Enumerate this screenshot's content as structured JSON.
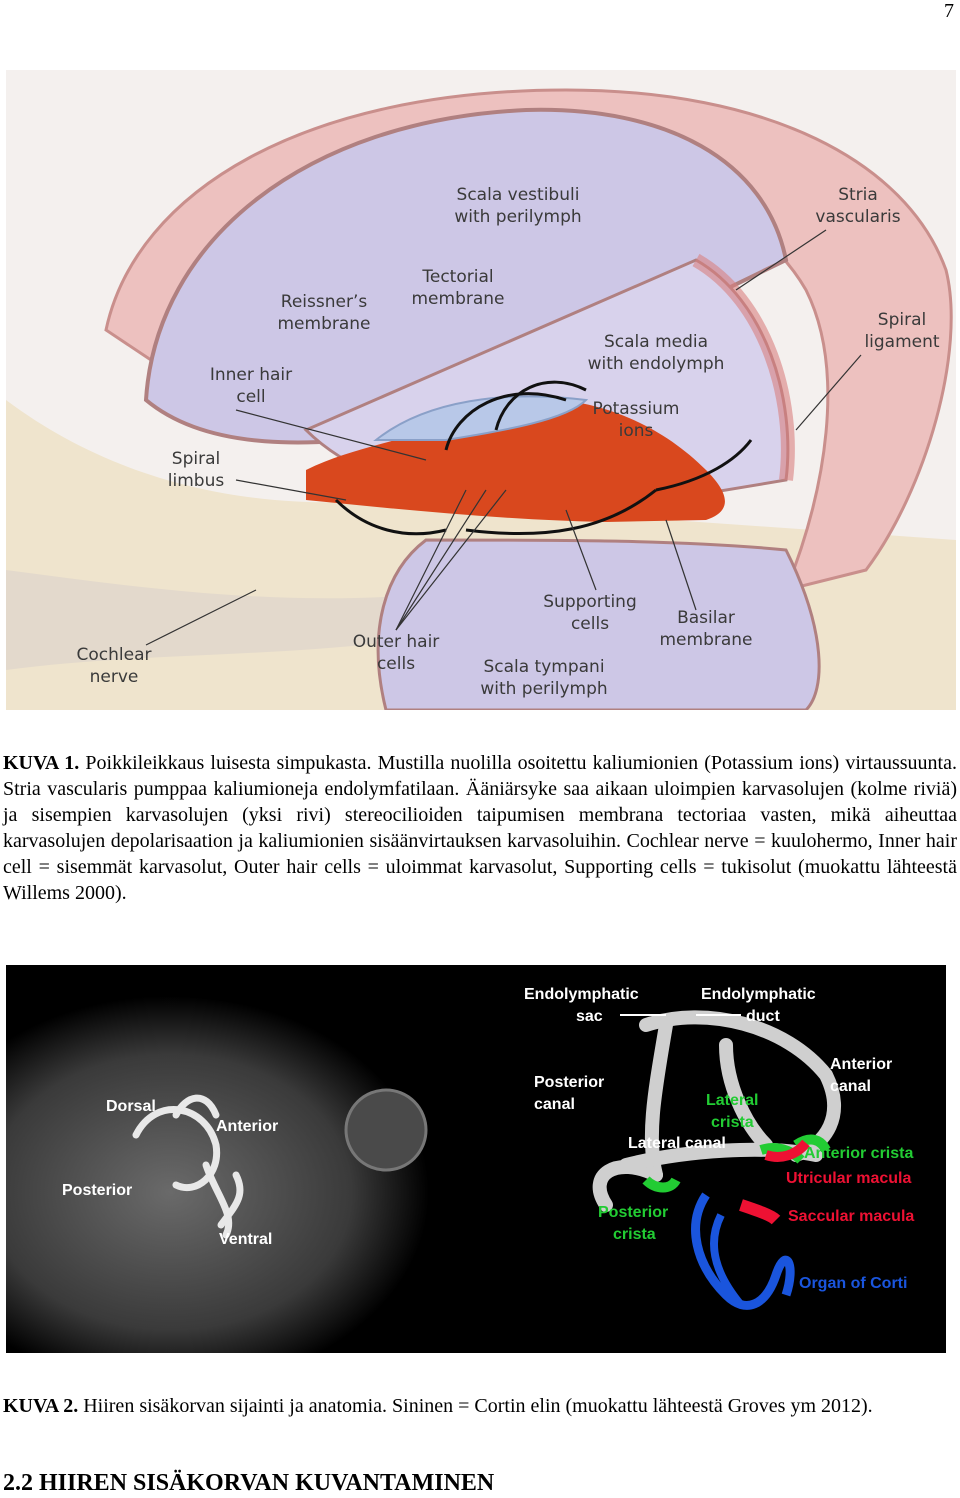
{
  "page_number": "7",
  "figure1": {
    "labels": {
      "scala_vestibuli_1": "Scala vestibuli",
      "scala_vestibuli_2": "with perilymph",
      "stria_1": "Stria",
      "stria_2": "vascularis",
      "tectorial_1": "Tectorial",
      "tectorial_2": "membrane",
      "reissner_1": "Reissner’s",
      "reissner_2": "membrane",
      "spiral_lig_1": "Spiral",
      "spiral_lig_2": "ligament",
      "scala_media_1": "Scala media",
      "scala_media_2": "with endolymph",
      "inner_hair_1": "Inner hair",
      "inner_hair_2": "cell",
      "potassium_1": "Potassium",
      "potassium_2": "ions",
      "spiral_limbus_1": "Spiral",
      "spiral_limbus_2": "limbus",
      "supporting_1": "Supporting",
      "supporting_2": "cells",
      "basilar_1": "Basilar",
      "basilar_2": "membrane",
      "cochlear_1": "Cochlear",
      "cochlear_2": "nerve",
      "outer_hair_1": "Outer hair",
      "outer_hair_2": "cells",
      "scala_tympani_1": "Scala tympani",
      "scala_tympani_2": "with perilymph"
    }
  },
  "caption1": {
    "label": "KUVA 1.",
    "text": " Poikkileikkaus luisesta simpukasta. Mustilla nuolilla osoitettu kaliumionien (Potassium ions) virtaussuunta. Stria vascularis pumppaa kaliumioneja endolymfatilaan. Ääniärsyke saa aikaan uloimpien karvasolujen (kolme riviä) ja sisempien karvasolujen (yksi rivi) stereocilioiden taipumisen membrana tectoriaa vasten, mikä aiheuttaa karvasolujen depolarisaation ja kaliumionien sisäänvirtauksen karvasoluihin. Cochlear nerve = kuulohermo, Inner hair cell = sisemmät karvasolut, Outer hair cells = uloimmat karvasolut, Supporting cells = tukisolut (muokattu lähteestä Willems 2000)."
  },
  "figure2": {
    "labels": {
      "dorsal": "Dorsal",
      "anterior": "Anterior",
      "posterior": "Posterior",
      "ventral": "Ventral",
      "endo_sac_1": "Endolymphatic",
      "endo_sac_2": "sac",
      "endo_duct_1": "Endolymphatic",
      "endo_duct_2": "duct",
      "posterior_canal_1": "Posterior",
      "posterior_canal_2": "canal",
      "anterior_canal_1": "Anterior",
      "anterior_canal_2": "canal",
      "lateral_crista_1": "Lateral",
      "lateral_crista_2": "crista",
      "lateral_canal": "Lateral canal",
      "anterior_crista": "Anterior crista",
      "utricular_macula": "Utricular macula",
      "posterior_crista_1": "Posterior",
      "posterior_crista_2": "crista",
      "saccular_macula": "Saccular macula",
      "organ_of_corti": "Organ of Corti"
    },
    "colors": {
      "green": "#22cc33",
      "red": "#ee1133",
      "blue": "#1a55dd"
    }
  },
  "caption2": {
    "label": "KUVA 2.",
    "text": " Hiiren sisäkorvan sijainti ja anatomia. Sininen = Cortin elin (muokattu lähteestä Groves ym 2012)."
  },
  "section_heading": "2.2 HIIREN SISÄKORVAN KUVANTAMINEN"
}
